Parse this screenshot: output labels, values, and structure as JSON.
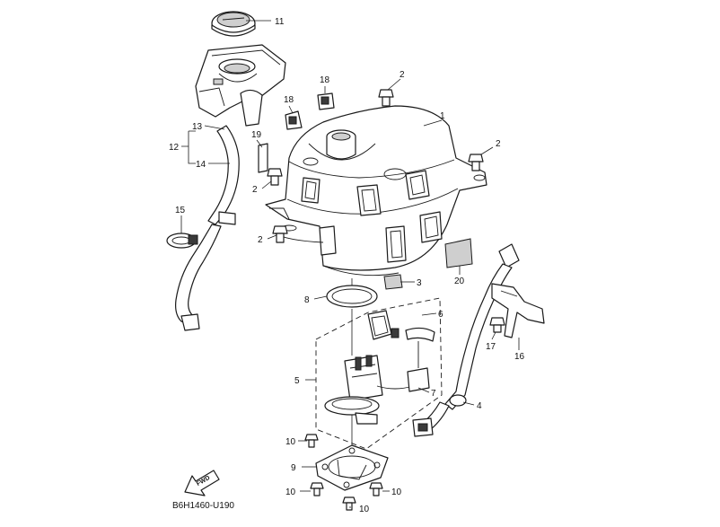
{
  "diagram": {
    "code": "B6H1460-U190",
    "fwd_label": "FWD",
    "callouts": {
      "c1": "1",
      "c2a": "2",
      "c2b": "2",
      "c2c": "2",
      "c2d": "2",
      "c3": "3",
      "c4": "4",
      "c5": "5",
      "c6": "6",
      "c7": "7",
      "c8": "8",
      "c9": "9",
      "c10a": "10",
      "c10b": "10",
      "c10c": "10",
      "c10d": "10",
      "c11": "11",
      "c12": "12",
      "c13": "13",
      "c14": "14",
      "c15": "15",
      "c16": "16",
      "c17": "17",
      "c18a": "18",
      "c18b": "18",
      "c19": "19",
      "c20": "20"
    }
  }
}
